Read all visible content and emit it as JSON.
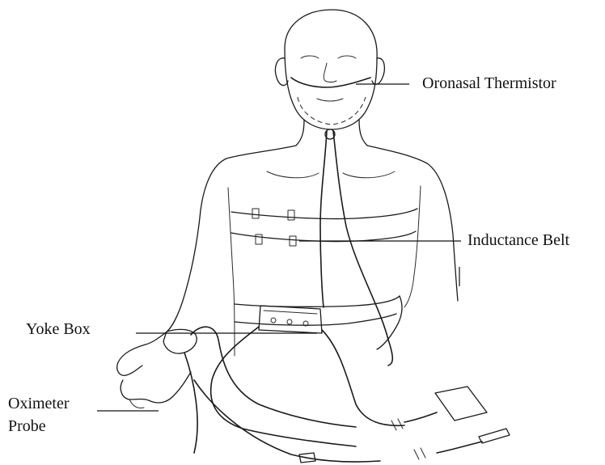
{
  "labels": {
    "oronasal_thermistor": "Oronasal Thermistor",
    "inductance_belt": "Inductance Belt",
    "yoke_box": "Yoke Box",
    "oximeter_probe_line1": "Oximeter",
    "oximeter_probe_line2": "Probe"
  },
  "colors": {
    "ink": "#1a1a1a",
    "background": "#ffffff"
  }
}
